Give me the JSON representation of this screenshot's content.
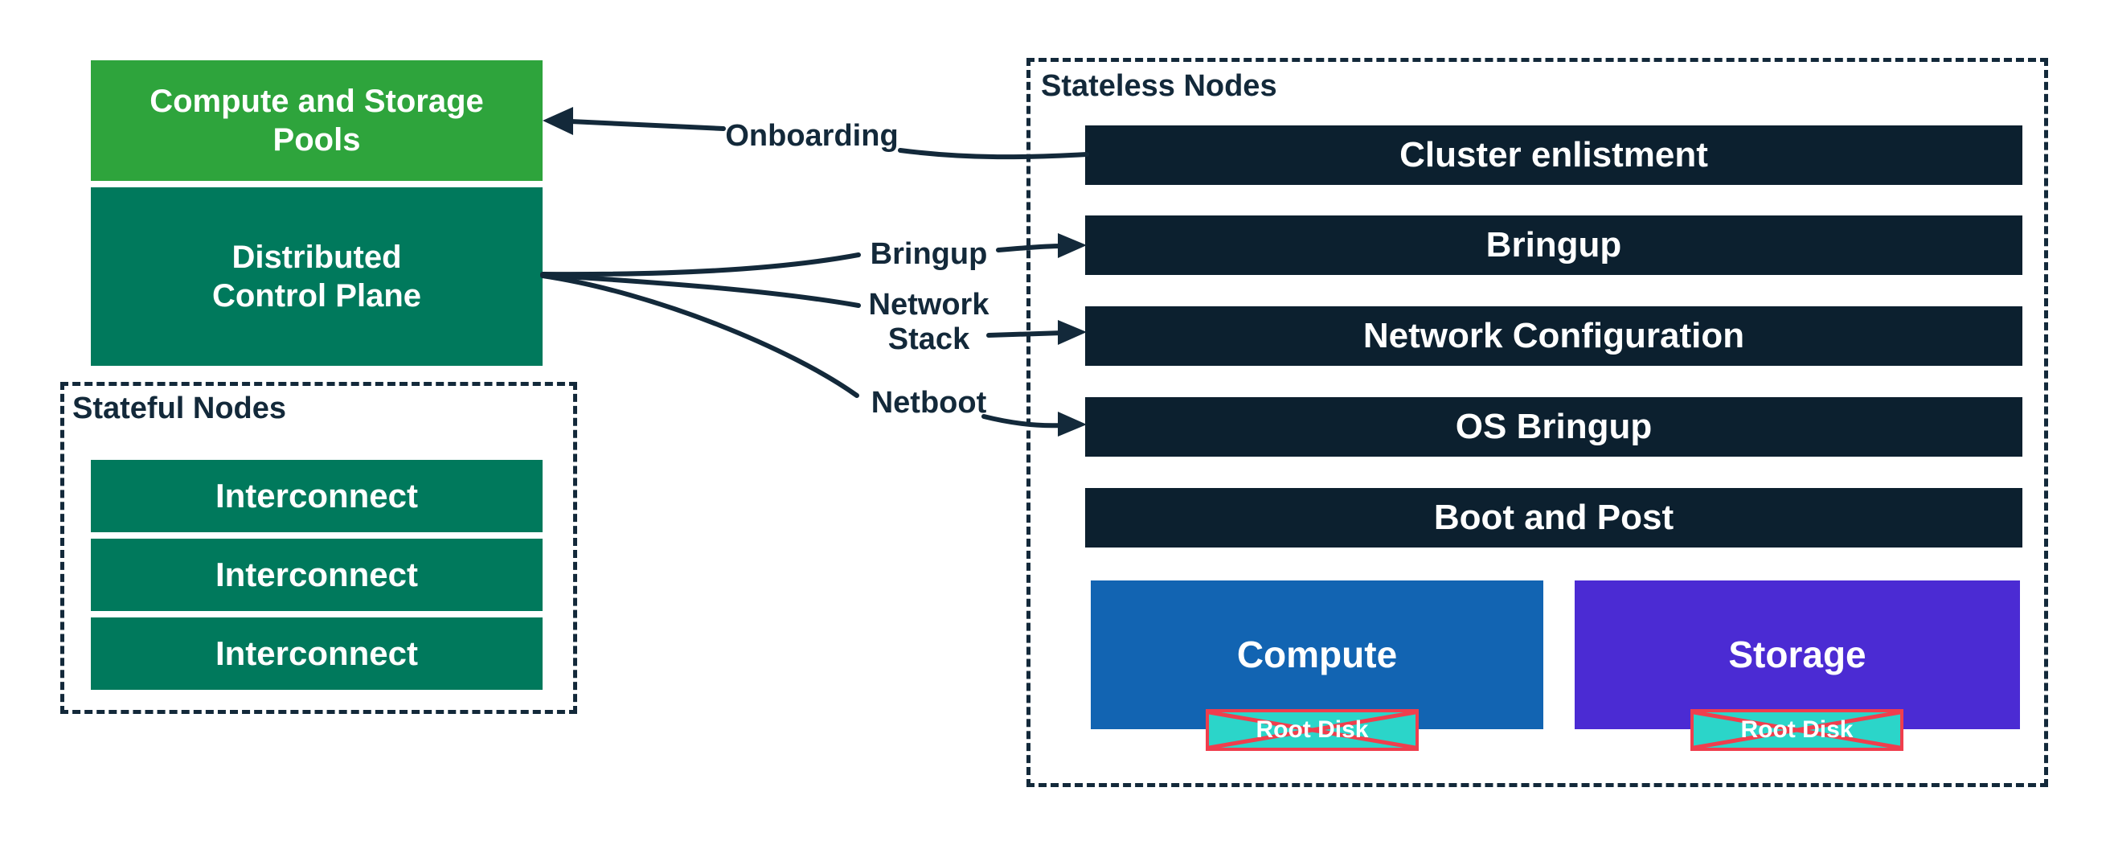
{
  "palette": {
    "green": "#2EA43C",
    "teal": "#00795C",
    "navy": "#0C202F",
    "blue": "#1264B2",
    "purple": "#4B2BD3",
    "cyan": "#2BD5C9",
    "red": "#F03E4D",
    "ink": "#13293A"
  },
  "left": {
    "pools_label": "Compute and Storage Pools",
    "control_plane_label": "Distributed\nControl Plane",
    "stateful": {
      "title": "Stateful Nodes",
      "nodes": [
        "Interconnect",
        "Interconnect",
        "Interconnect"
      ]
    }
  },
  "stateless": {
    "title": "Stateless Nodes",
    "bars": [
      "Cluster enlistment",
      "Bringup",
      "Network Configuration",
      "OS Bringup",
      "Boot and Post"
    ],
    "compute_label": "Compute",
    "storage_label": "Storage",
    "root_disk_label": "Root Disk"
  },
  "connections": {
    "onboarding_label": "Onboarding",
    "bringup_label": "Bringup",
    "network_stack_label": "Network Stack",
    "netboot_label": "Netboot"
  }
}
